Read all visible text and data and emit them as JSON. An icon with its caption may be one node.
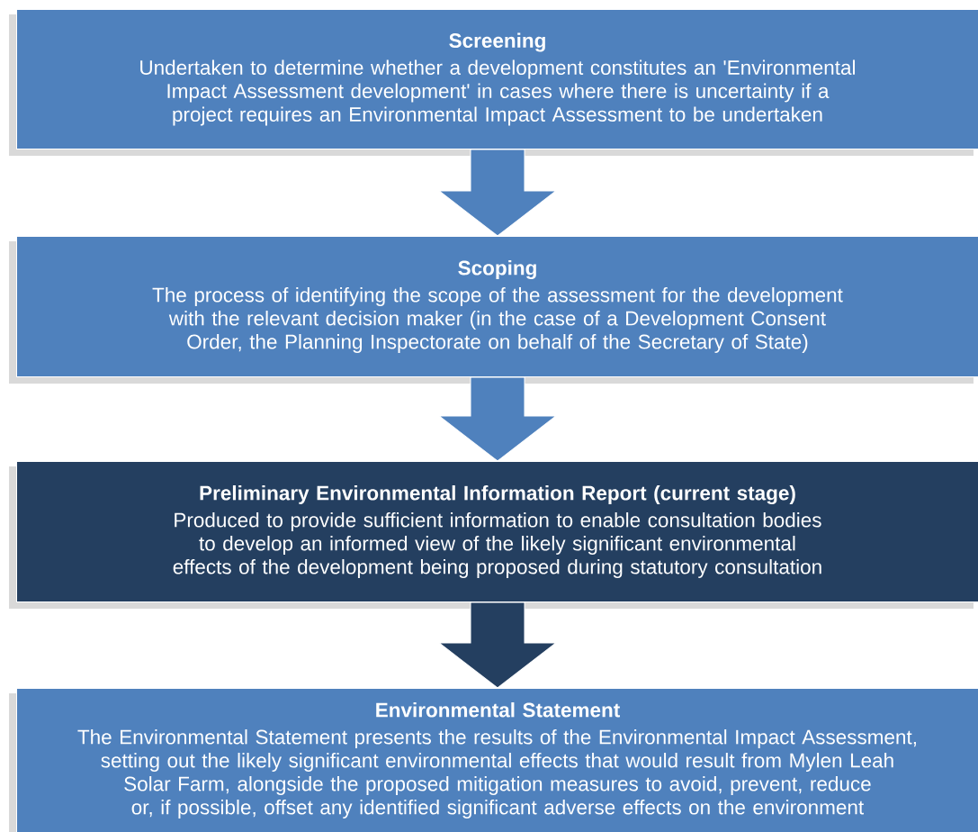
{
  "diagram": {
    "nodes": [
      {
        "text": [
          "Screening",
          "Undertaken to determine whether a development constitutes an 'Environmental Impact Assessment development' in cases where there is uncertainty if a project requires an Environmental Impact Assessment to be undertaken"
        ]
      },
      {
        "text": [
          "Scoping",
          "The process of identifying the scope of the assessment for the development with the relevant decision maker (in the case of a Development Consent Order, the Planning Inspectorate on behalf of the Secretary of State)"
        ]
      },
      {
        "text": [
          "Preliminary Environmental Information Report (current stage)",
          "Produced to provide sufficient information to enable consultation bodies to develop an informed view of the likely significant environmental effects of the development being proposed during statutory consultation"
        ]
      },
      {
        "text": [
          "Environmental Statement",
          "The Environmental Statement presents the results of the Environmental Impact Assessment, setting out the likely significant environmental effects that would result from Mylen Leah Solar Farm, alongside the proposed mitigation measures to avoid, prevent, reduce or, if possible, offset any identified significant adverse effects on the environment"
        ]
      }
    ],
    "edges": [
      {
        "from": 0,
        "to": 1,
        "arrow": "to"
      },
      {
        "from": 1,
        "to": 2,
        "arrow": "to"
      },
      {
        "from": 2,
        "to": 3,
        "arrow": "to",
        "color": "#243f60"
      }
    ]
  }
}
